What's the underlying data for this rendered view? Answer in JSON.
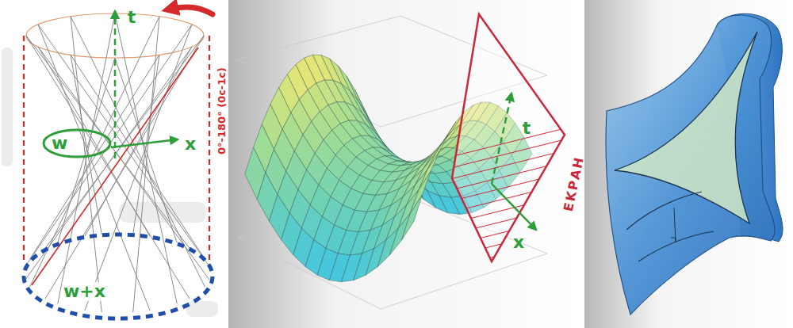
{
  "diagram": {
    "nodes": [
      {
        "text": [
          "w"
        ]
      },
      {
        "text": [
          "w+x"
        ]
      }
    ],
    "labels": [
      "t",
      "x",
      "0°-180° (0c-1c)",
      "t",
      "x",
      "ΕΚΡΑΗ"
    ]
  }
}
